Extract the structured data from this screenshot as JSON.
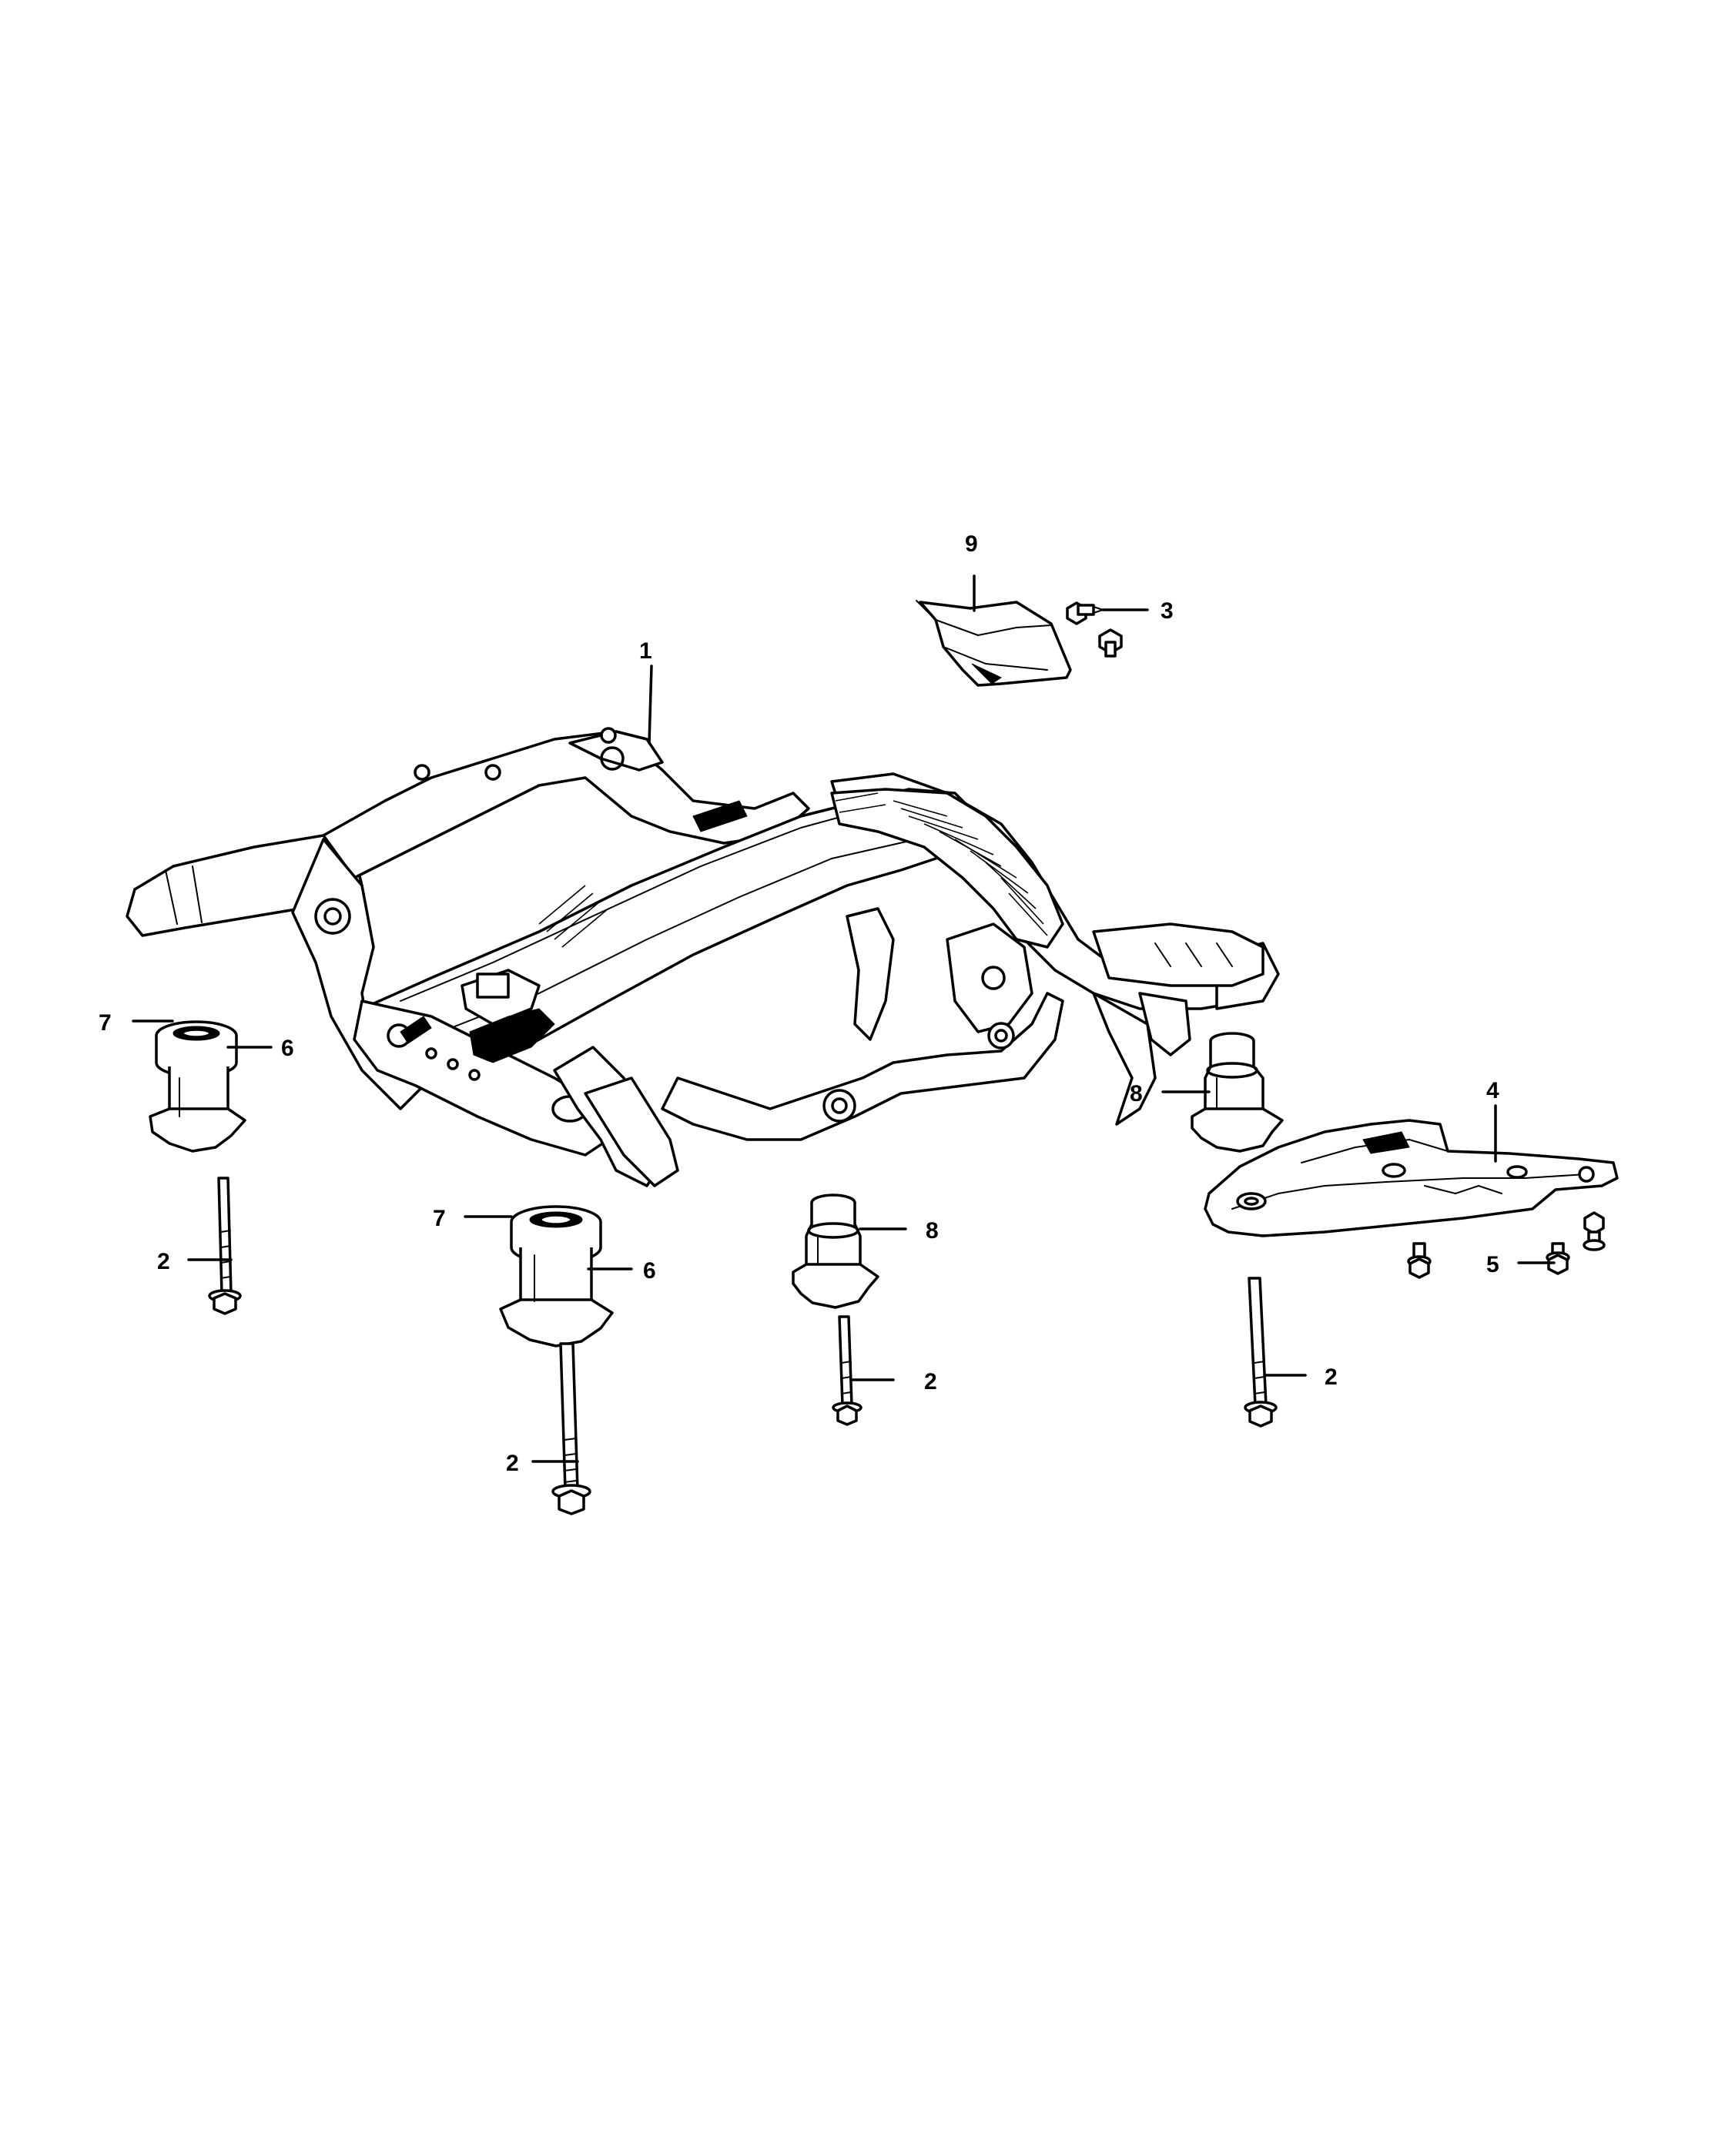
{
  "callouts": [
    {
      "id": "c9",
      "label": "9"
    },
    {
      "id": "c3",
      "label": "3"
    },
    {
      "id": "c1",
      "label": "1"
    },
    {
      "id": "c7a",
      "label": "7"
    },
    {
      "id": "c6a",
      "label": "6"
    },
    {
      "id": "c8a",
      "label": "8"
    },
    {
      "id": "c4",
      "label": "4"
    },
    {
      "id": "c2a",
      "label": "2"
    },
    {
      "id": "c7b",
      "label": "7"
    },
    {
      "id": "c6b",
      "label": "6"
    },
    {
      "id": "c8b",
      "label": "8"
    },
    {
      "id": "c5",
      "label": "5"
    },
    {
      "id": "c2b",
      "label": "2"
    },
    {
      "id": "c2c",
      "label": "2"
    },
    {
      "id": "c2d",
      "label": "2"
    }
  ]
}
